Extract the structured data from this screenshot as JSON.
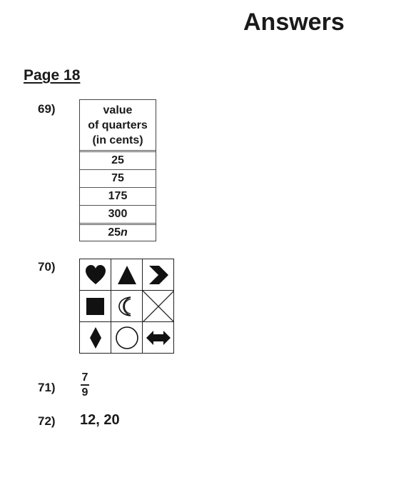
{
  "header": {
    "title": "Answers"
  },
  "section": {
    "page_label": "Page 18"
  },
  "q69": {
    "number": "69)",
    "header_lines": [
      "value",
      "of quarters",
      "(in cents)"
    ],
    "values": [
      "25",
      "75",
      "175",
      "300"
    ],
    "expression_coeff": "25",
    "expression_var": "n"
  },
  "q70": {
    "number": "70)",
    "shapes": [
      "heart-icon",
      "triangle-icon",
      "chevron-right-icon",
      "square-icon",
      "crescent-moon-icon",
      "empty-crossed-cell",
      "diamond-icon",
      "circle-icon",
      "double-arrow-icon"
    ]
  },
  "q71": {
    "number": "71)",
    "numerator": "7",
    "denominator": "9"
  },
  "q72": {
    "number": "72)",
    "answer": "12, 20"
  }
}
